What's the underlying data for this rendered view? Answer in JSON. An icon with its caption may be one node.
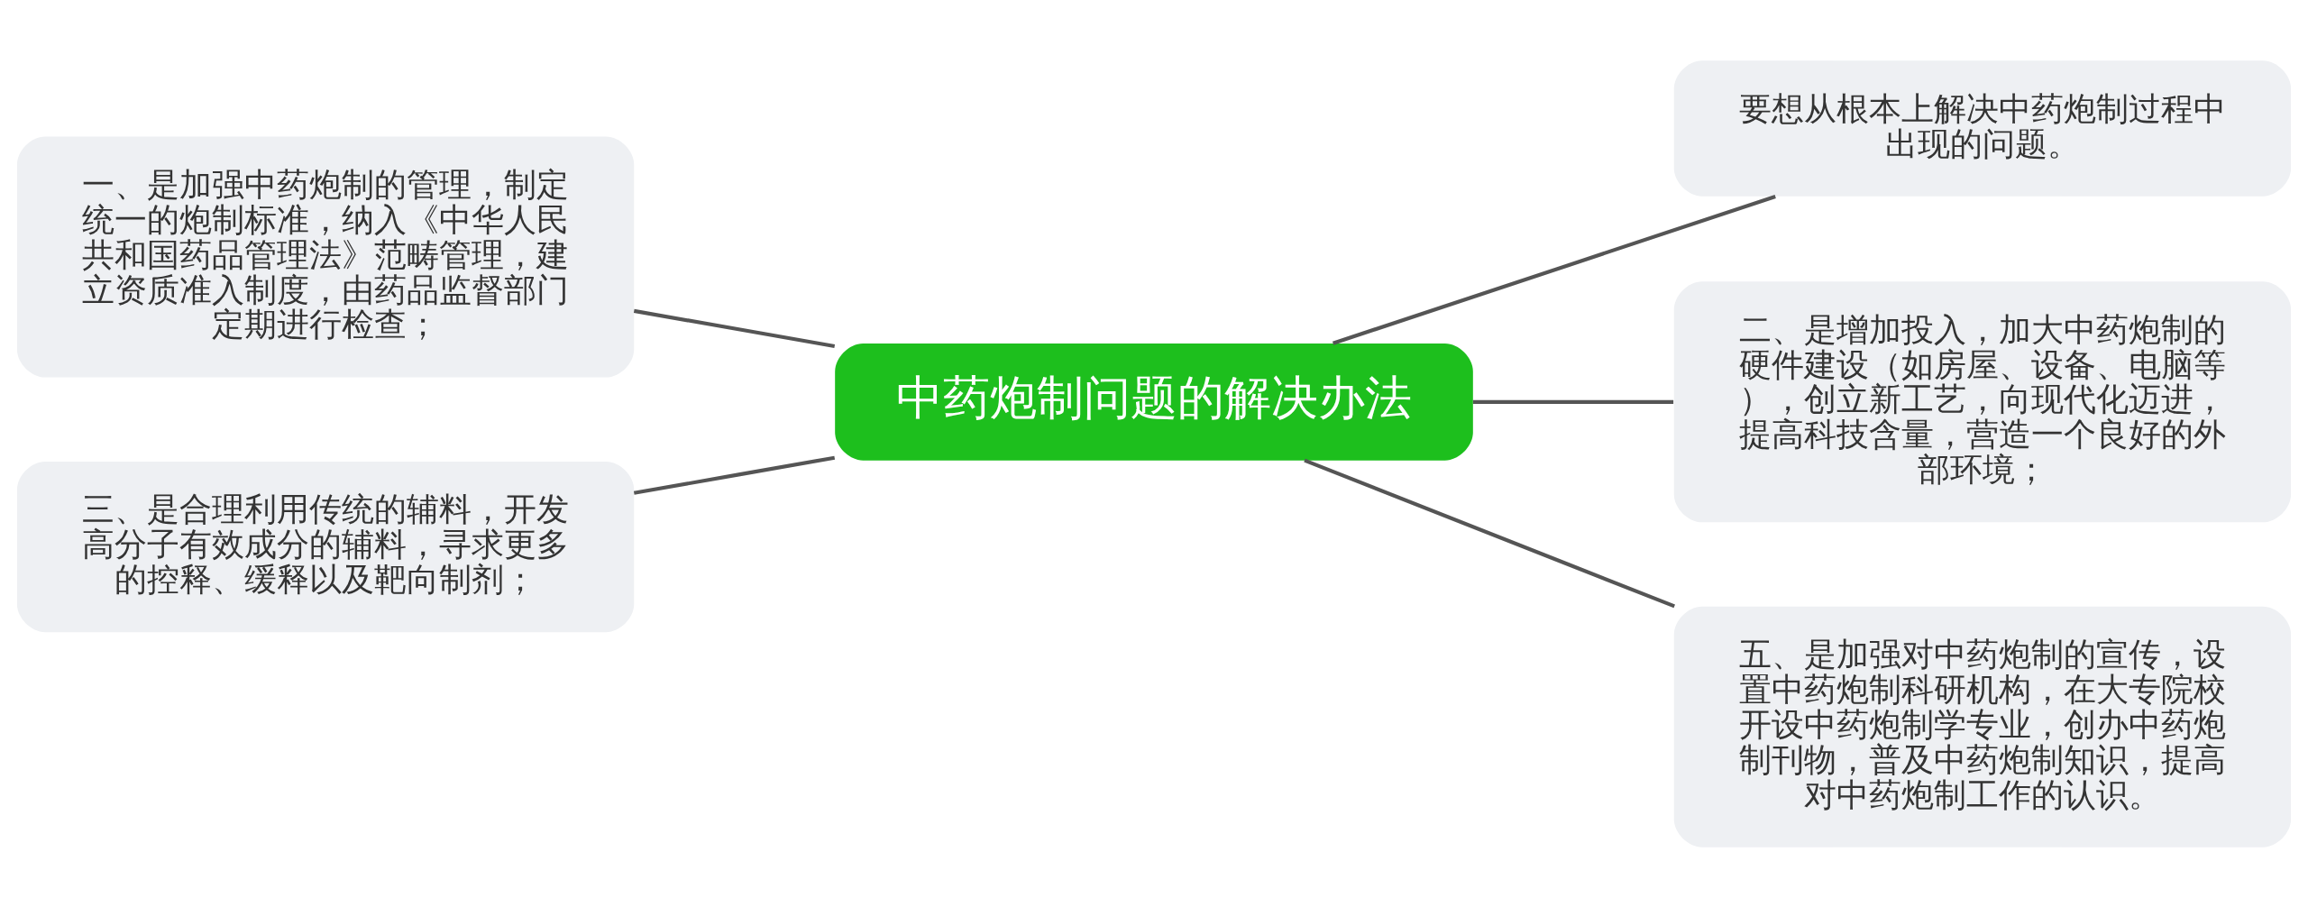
{
  "diagram": {
    "nodes": [
      {
        "text": [
          "中药炮制问题的解决办法"
        ]
      },
      {
        "text": [
          "要想从根本上解决中药炮制过程中出现的问题。"
        ]
      },
      {
        "text": [
          "二、是增加投入，加大中药炮制的硬件建设（如房屋、设备、电脑等），创立新工艺，向现代化迈进，提高科技含量，营造一个良好的外部环境；"
        ]
      },
      {
        "text": [
          "五、是加强对中药炮制的宣传，设置中药炮制科研机构，在大专院校开设中药炮制学专业，创办中药炮制刊物，普及中药炮制知识，提高对中药炮制工作的认识。"
        ]
      },
      {
        "text": [
          "一、是加强中药炮制的管理，制定统一的炮制标准，纳入《中华人民共和国药品管理法》范畴管理，建立资质准入制度，由药品监督部门定期进行检查；"
        ]
      },
      {
        "text": [
          "三、是合理利用传统的辅料，开发高分子有效成分的辅料，寻求更多的控释、缓释以及靶向制剂；"
        ]
      }
    ],
    "edges": [
      {
        "from": 4,
        "to": 0,
        "arrow": "none"
      },
      {
        "from": 5,
        "to": 0,
        "arrow": "none"
      },
      {
        "from": 0,
        "to": 1,
        "arrow": "none"
      },
      {
        "from": 0,
        "to": 2,
        "arrow": "none"
      },
      {
        "from": 0,
        "to": 3,
        "arrow": "none"
      }
    ]
  }
}
